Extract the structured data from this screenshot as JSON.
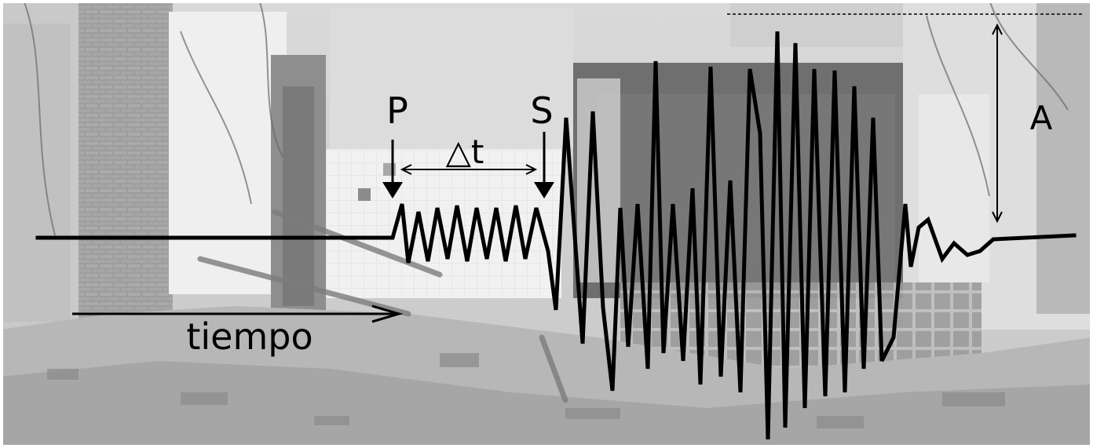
{
  "labels": {
    "p_wave": "P",
    "s_wave": "S",
    "interval": "△t",
    "amplitude": "A",
    "time_axis": "tiempo"
  },
  "colors": {
    "trace": "#000000",
    "background_light": "#d9d9d9",
    "background_dark": "#6f6f6f"
  }
}
